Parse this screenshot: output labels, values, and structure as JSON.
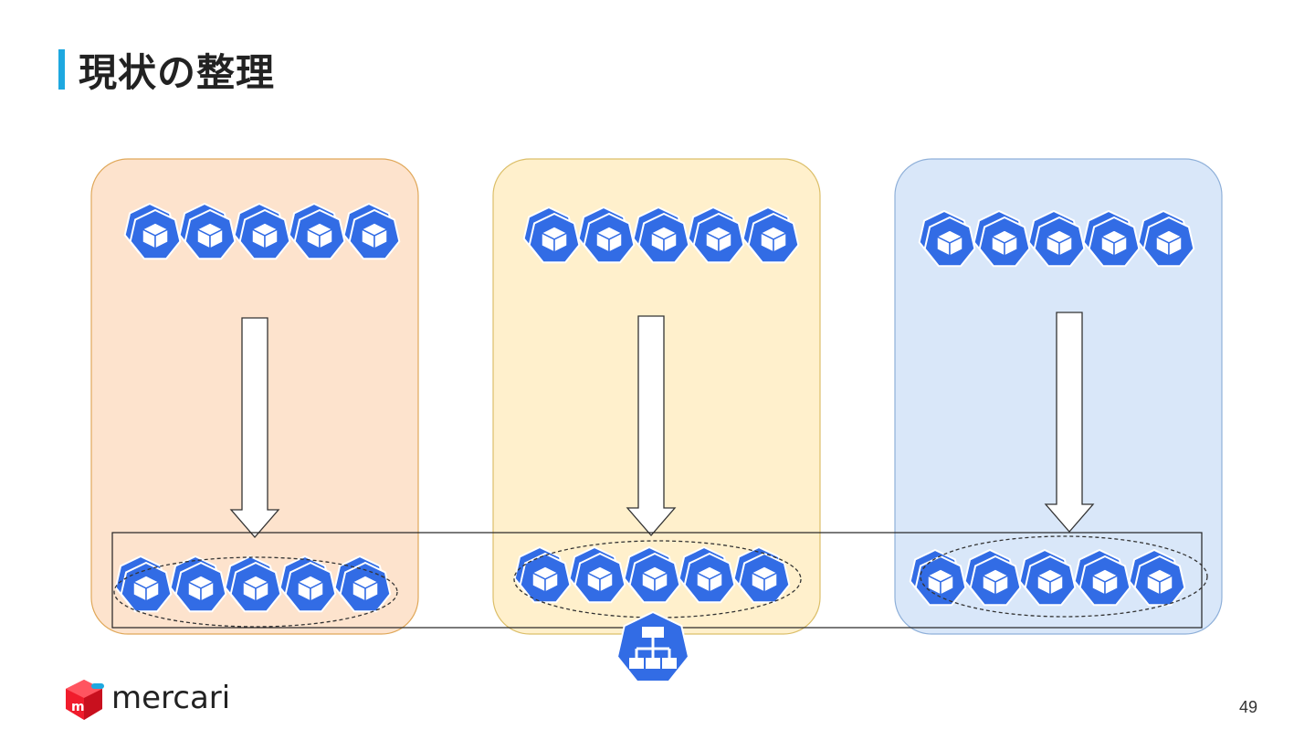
{
  "slide": {
    "title": "現状の整理",
    "page_number": "49",
    "brand": {
      "name": "mercari",
      "accent": "#ff333f",
      "cube_color": "#f01c2c"
    }
  },
  "diagram": {
    "columns": [
      {
        "fill": "#fde3cd",
        "stroke": "#e0a85a",
        "top_pods": 5,
        "bottom_pods": 5
      },
      {
        "fill": "#fff0cc",
        "stroke": "#dcbf6a",
        "top_pods": 5,
        "bottom_pods": 5
      },
      {
        "fill": "#d9e7f9",
        "stroke": "#8fb0d9",
        "top_pods": 5,
        "bottom_pods": 5
      }
    ],
    "pod_icon": "kubernetes-pod-icon",
    "pod_color": "#326ce5",
    "network_icon": "kubernetes-network-icon",
    "arrow_icon": "down-arrow"
  }
}
